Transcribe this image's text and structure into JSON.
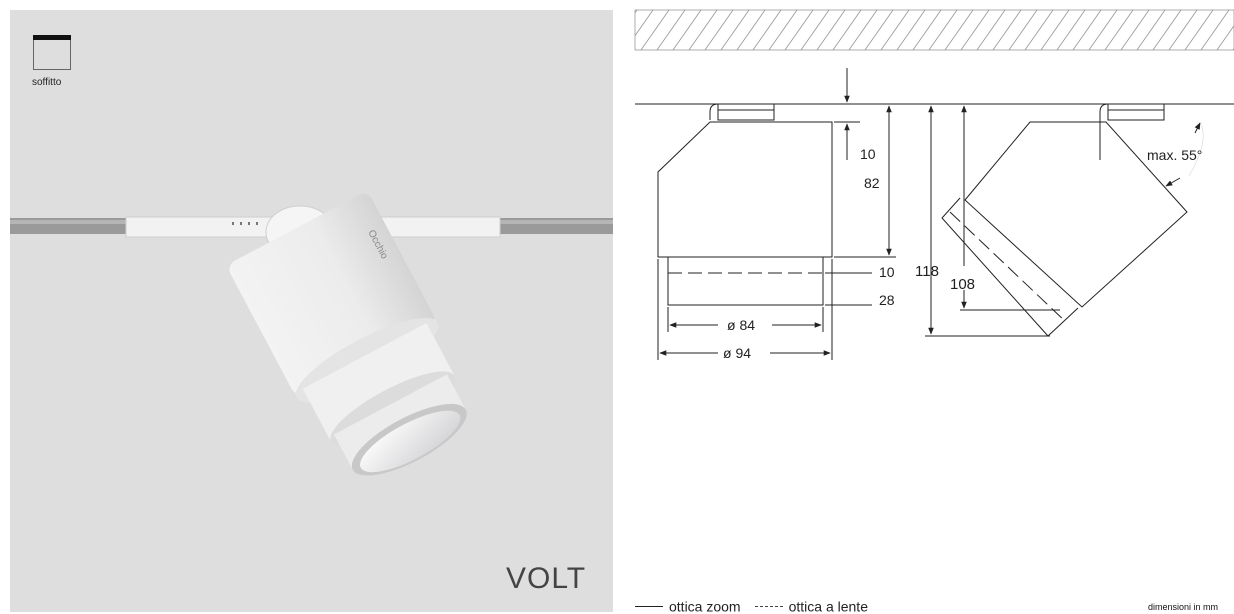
{
  "mount": {
    "label": "soffitto",
    "icon": "ceiling-mount-icon"
  },
  "product": {
    "brand": "VOLT",
    "body_text": "Occhio"
  },
  "dimensions": {
    "d_body_top": "10",
    "d_body_height": "82",
    "d_optic_dash": "10",
    "d_optic_bottom": "28",
    "d_inner_diameter": "ø 84",
    "d_outer_diameter": "ø 94",
    "d_total_height": "118",
    "d_tilted_height": "108",
    "d_tilt_angle": "max. 55°"
  },
  "legend": {
    "zoom_label": "ottica zoom",
    "lens_label": "ottica a lente"
  },
  "units_note": "dimensioni in mm"
}
